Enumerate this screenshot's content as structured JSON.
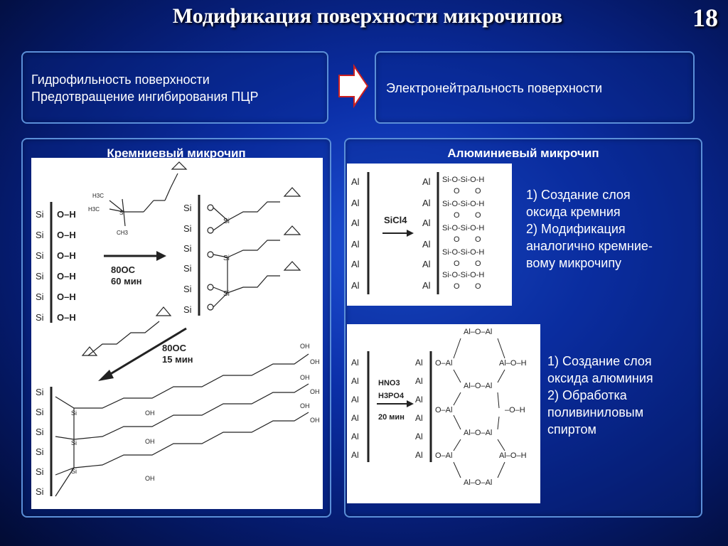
{
  "slide": {
    "title": "Модификация поверхности микрочипов",
    "number": "18"
  },
  "goals": {
    "line1": "Гидрофильность поверхности",
    "line2": "Предотвращение ингибирования ПЦР",
    "right": "Электронейтральность поверхности"
  },
  "silicon_panel": {
    "title": "Кремниевый микрочип",
    "step1_temp": "80ОC",
    "step1_time": "60 мин",
    "step2_temp": "80ОC",
    "step2_time": "15 мин"
  },
  "aluminum_panel": {
    "title": "Алюминиевый микрочип",
    "step1_reagent": "SiCl4",
    "step1_desc": [
      "1) Создание слоя",
      "оксида кремния",
      "2) Модификация",
      "аналогично кремние-",
      "вому микрочипу"
    ],
    "step2_reagent1": "HNO3",
    "step2_reagent2": "H3PO4",
    "step2_time": "20 мин",
    "step2_desc": [
      "1) Создание слоя",
      "оксида алюминия",
      "2) Обработка",
      "поливиниловым",
      "спиртом"
    ]
  },
  "colors": {
    "border": "#5b8fd8",
    "arrow_fill": "#ffffff",
    "arrow_stroke": "#cc2020"
  }
}
